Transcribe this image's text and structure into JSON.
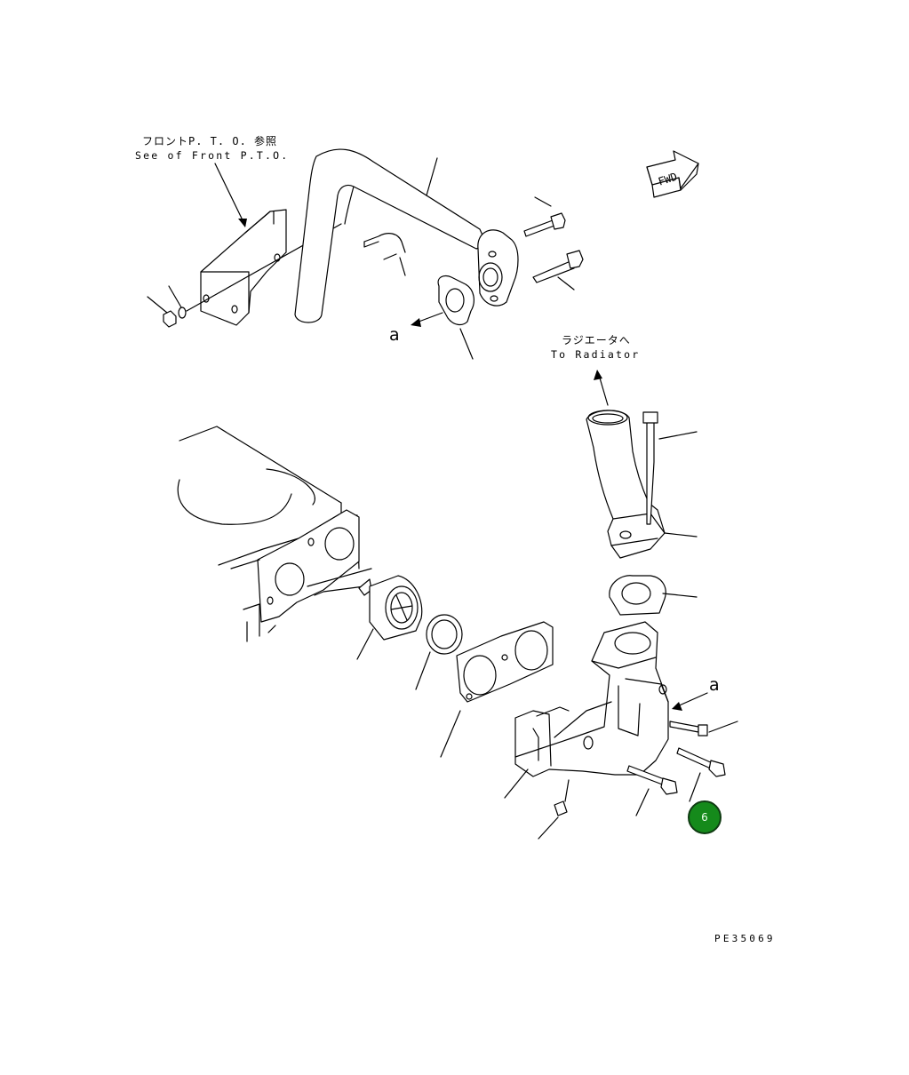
{
  "labels": {
    "front_pto_jp": "フロントP. T. O. 参照",
    "front_pto_en": "See of Front P.T.O.",
    "to_radiator_jp": "ラジエータへ",
    "to_radiator_en": "To Radiator",
    "ref_a_top": "a",
    "ref_a_right": "a",
    "fwd_arrow": "FWD",
    "drawing_code": "PE35069"
  },
  "callouts": [
    {
      "number": "6",
      "color": "#158a1b"
    }
  ],
  "icons": [
    "fwd-arrow-icon"
  ]
}
